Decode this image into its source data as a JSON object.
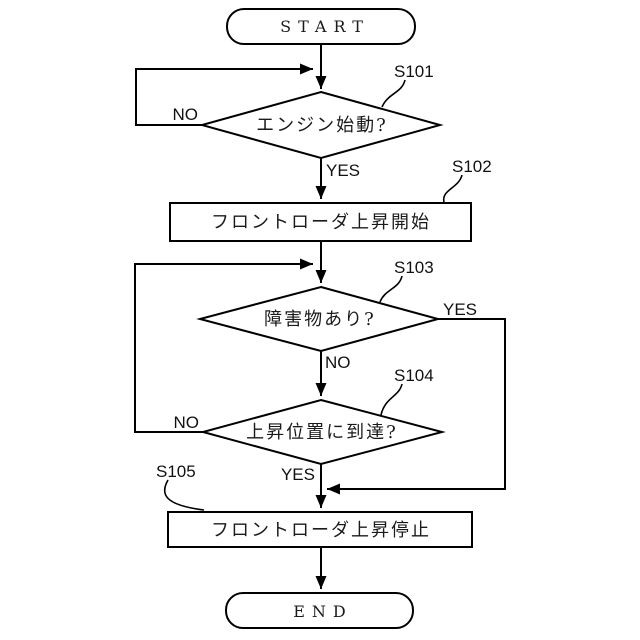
{
  "canvas": {
    "background_color": "#ffffff",
    "line_color": "#000000",
    "text_color": "#1a1a1a"
  },
  "flowchart": {
    "start": {
      "label": "START"
    },
    "end": {
      "label": "END"
    },
    "s101": {
      "tag": "S101",
      "question": "エンジン始動?",
      "yes": "YES",
      "no": "NO"
    },
    "s102": {
      "tag": "S102",
      "label": "フロントローダ上昇開始"
    },
    "s103": {
      "tag": "S103",
      "question": "障害物あり?",
      "yes": "YES",
      "no": "NO"
    },
    "s104": {
      "tag": "S104",
      "question": "上昇位置に到達?",
      "yes": "YES",
      "no": "NO"
    },
    "s105": {
      "tag": "S105",
      "label": "フロントローダ上昇停止"
    }
  }
}
